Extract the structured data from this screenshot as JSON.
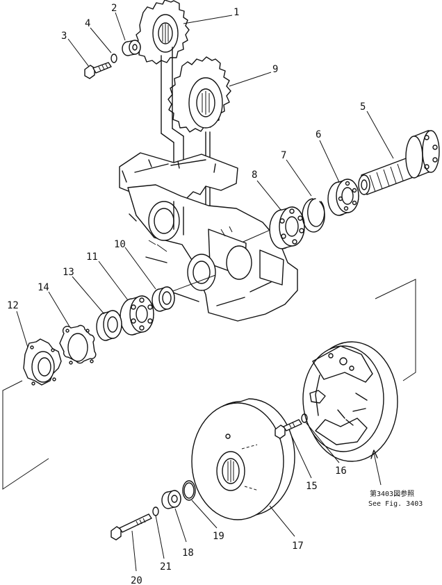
{
  "callouts": [
    "1",
    "2",
    "3",
    "4",
    "5",
    "6",
    "7",
    "8",
    "9",
    "10",
    "11",
    "12",
    "13",
    "14",
    "15",
    "16",
    "17",
    "18",
    "19",
    "20",
    "21"
  ],
  "reference_note": {
    "japanese": "第3403図参照",
    "english": "See Fig. 3403"
  },
  "line_color": "#111111",
  "background_color": "#ffffff"
}
